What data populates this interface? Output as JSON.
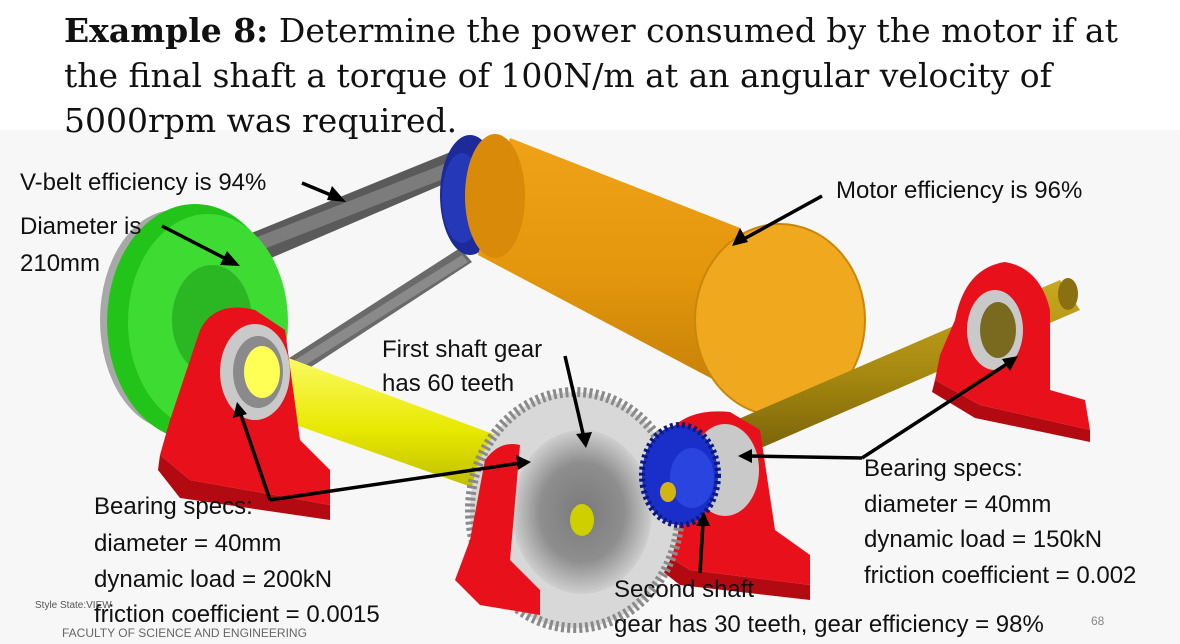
{
  "title": {
    "prefix": "Example 8:",
    "text": " Determine the power consumed by the motor if at the final shaft a torque of 100N/m at an angular velocity of 5000rpm was required."
  },
  "labels": {
    "vbelt": "V-belt efficiency is 94%",
    "diameter_line1": "Diameter is",
    "diameter_line2": "210mm",
    "motor": "Motor efficiency is 96%",
    "first_gear_line1": "First shaft gear",
    "first_gear_line2": "has 60 teeth",
    "bearing_left": {
      "title": "Bearing specs:",
      "diameter": "diameter = 40mm",
      "load": "dynamic load = 200kN",
      "friction": "friction coefficient = 0.0015"
    },
    "bearing_right": {
      "title": "Bearing specs:",
      "diameter": "diameter = 40mm",
      "load": "dynamic load = 150kN",
      "friction": "friction coefficient = 0.002"
    },
    "second_gear_line1": "Second shaft",
    "second_gear_line2": "gear has 30 teeth, gear efficiency = 98%"
  },
  "footer": {
    "style_state": "Style State:VIEW",
    "faculty": "FACULTY OF SCIENCE AND ENGINEERING",
    "page_number": "68"
  }
}
